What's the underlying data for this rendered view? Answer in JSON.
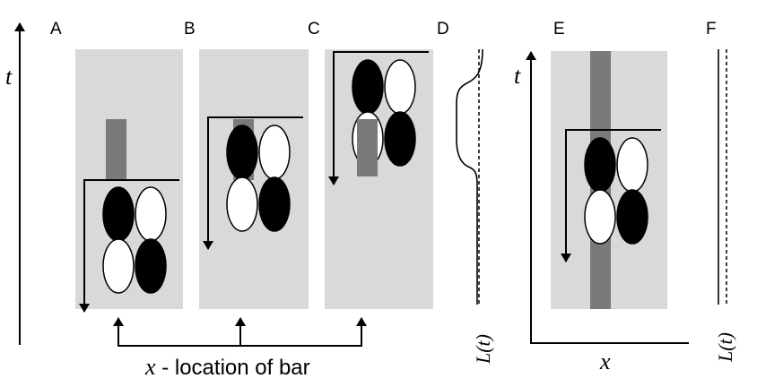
{
  "panels": {
    "a": "A",
    "b": "B",
    "c": "C",
    "d": "D",
    "e": "E",
    "f": "F"
  },
  "axes": {
    "t_left": "t",
    "t_right": "t",
    "x_right": "x"
  },
  "caption": {
    "variable": "x",
    "text": " - location of bar"
  },
  "luminance_labels": {
    "d": "L(t)",
    "f": "L(t)"
  },
  "colors": {
    "panel_gray": "#d9d9d9",
    "bar_gray": "#7a7a7a",
    "ink": "#000000",
    "white": "#ffffff"
  }
}
